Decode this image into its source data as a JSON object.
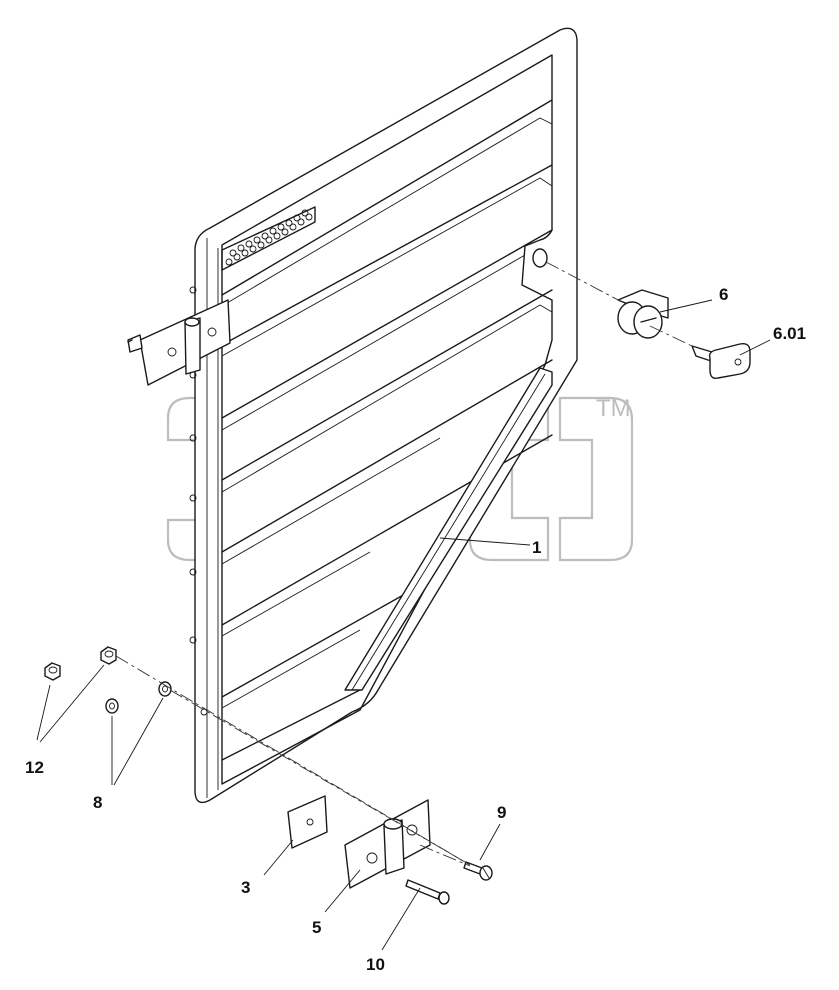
{
  "callouts": [
    {
      "id": "1",
      "label": "1"
    },
    {
      "id": "3",
      "label": "3"
    },
    {
      "id": "5",
      "label": "5"
    },
    {
      "id": "6",
      "label": "6"
    },
    {
      "id": "6.01",
      "label": "6.01"
    },
    {
      "id": "8",
      "label": "8"
    },
    {
      "id": "9",
      "label": "9"
    },
    {
      "id": "10",
      "label": "10"
    },
    {
      "id": "12",
      "label": "12"
    }
  ],
  "watermark": {
    "mark": "TM"
  }
}
